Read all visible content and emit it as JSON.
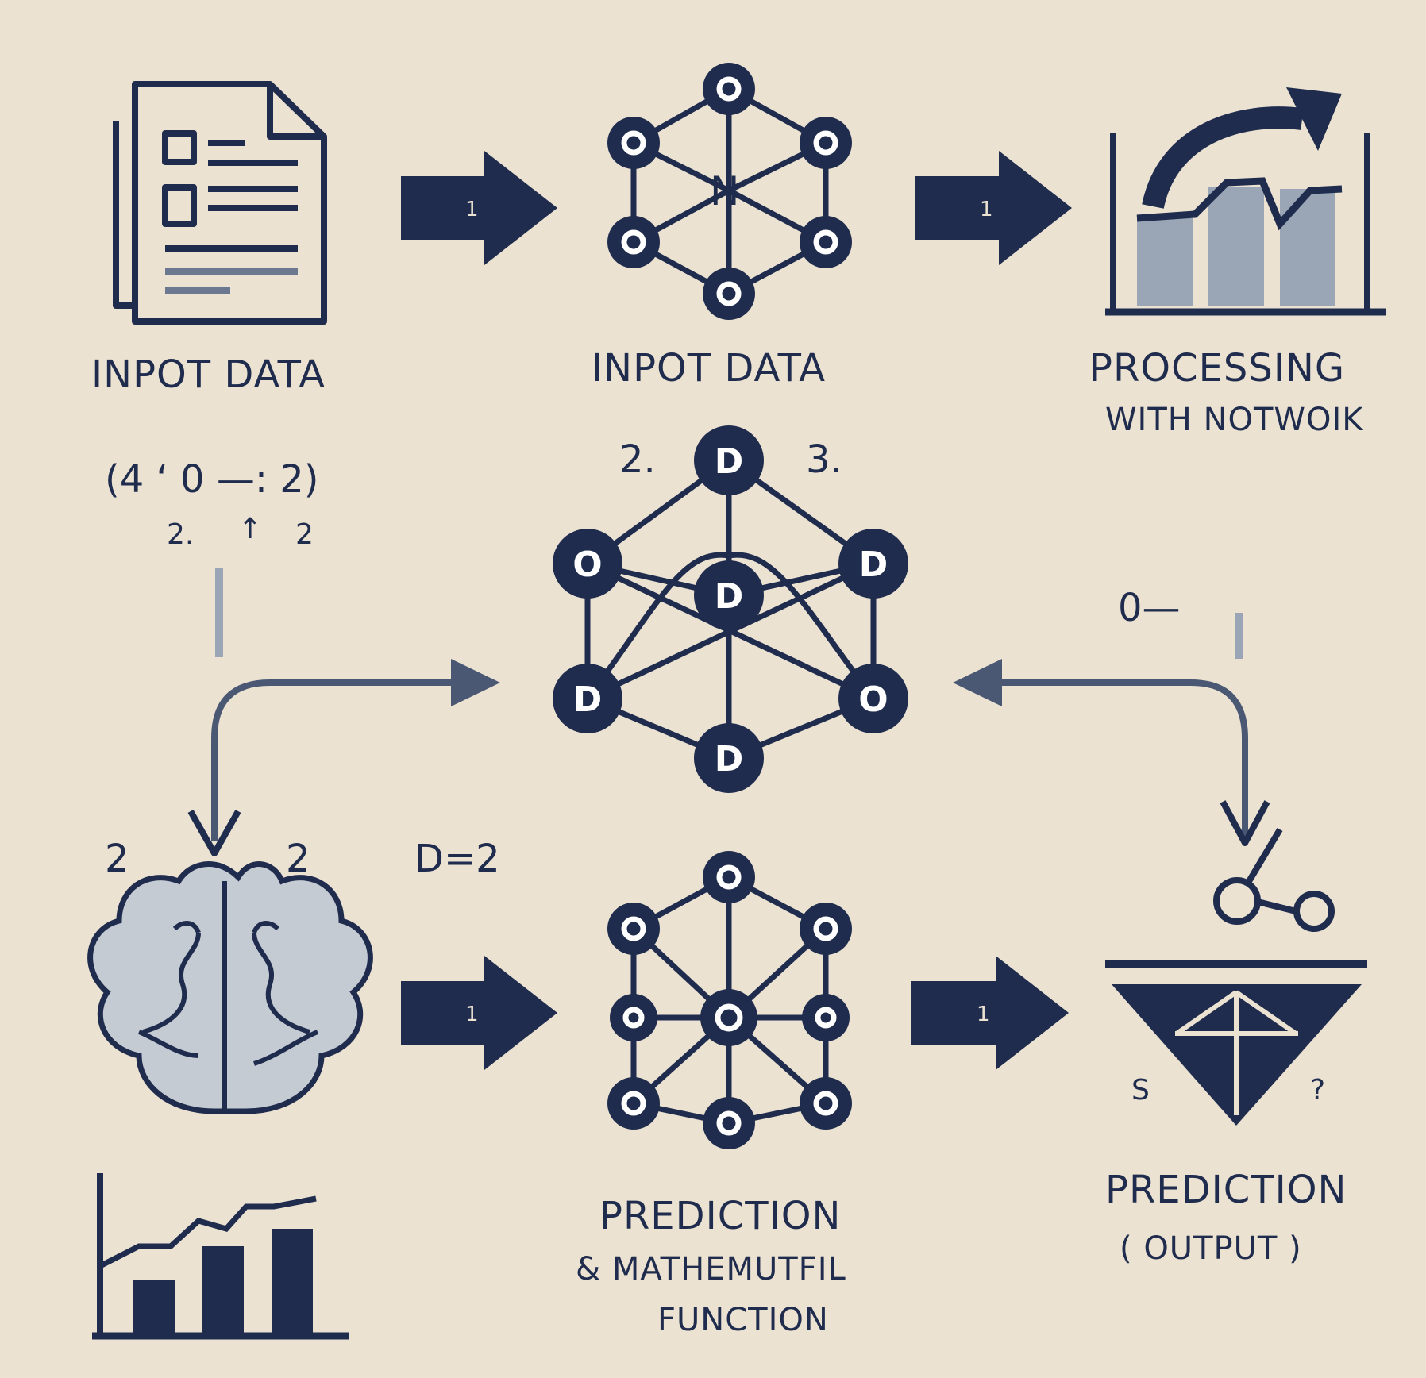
{
  "colors": {
    "background": "#ebe2d2",
    "ink": "#1f2c4d",
    "fill_light": "#c5cbd3",
    "fill_mid": "#9aa6b5",
    "node_light": "#ffffff"
  },
  "top_row": {
    "document": {
      "icon": "document-icon",
      "label": "INPOT DATA",
      "arrow_mark": "1"
    },
    "network": {
      "icon": "network-icon",
      "label": "INPOT DATA",
      "center_letter": "N",
      "arrow_mark": "1"
    },
    "processing": {
      "icon": "bar-chart-icon",
      "label_line1": "PROCESSING",
      "label_line2": "WITH   NOTWOIK"
    }
  },
  "formula": {
    "line1": "(4 ‘ 0 —: 2)",
    "sub_left": "2.",
    "sub_mid": "↑",
    "sub_right": "2"
  },
  "central_network": {
    "label_left": "2.",
    "label_right": "3.",
    "nodes": [
      "D",
      "O",
      "D",
      "D",
      "D",
      "O",
      "D"
    ],
    "side_note": "0—"
  },
  "bottom_row": {
    "annotations": [
      "2",
      "2",
      "D=2"
    ],
    "brain": {
      "icon": "brain-icon",
      "arrow_mark": "1"
    },
    "prediction_network": {
      "icon": "network-icon",
      "label_line1": "PREDICTION",
      "label_line2": "& MATHEMUTFIL",
      "label_line3": "FUNCTION",
      "arrow_mark": "1"
    },
    "output": {
      "icon": "funnel-icon",
      "mark_left": "S",
      "mark_right": "?",
      "label_line1": "PREDICTION",
      "label_line2": "( OUTPUT )"
    }
  }
}
